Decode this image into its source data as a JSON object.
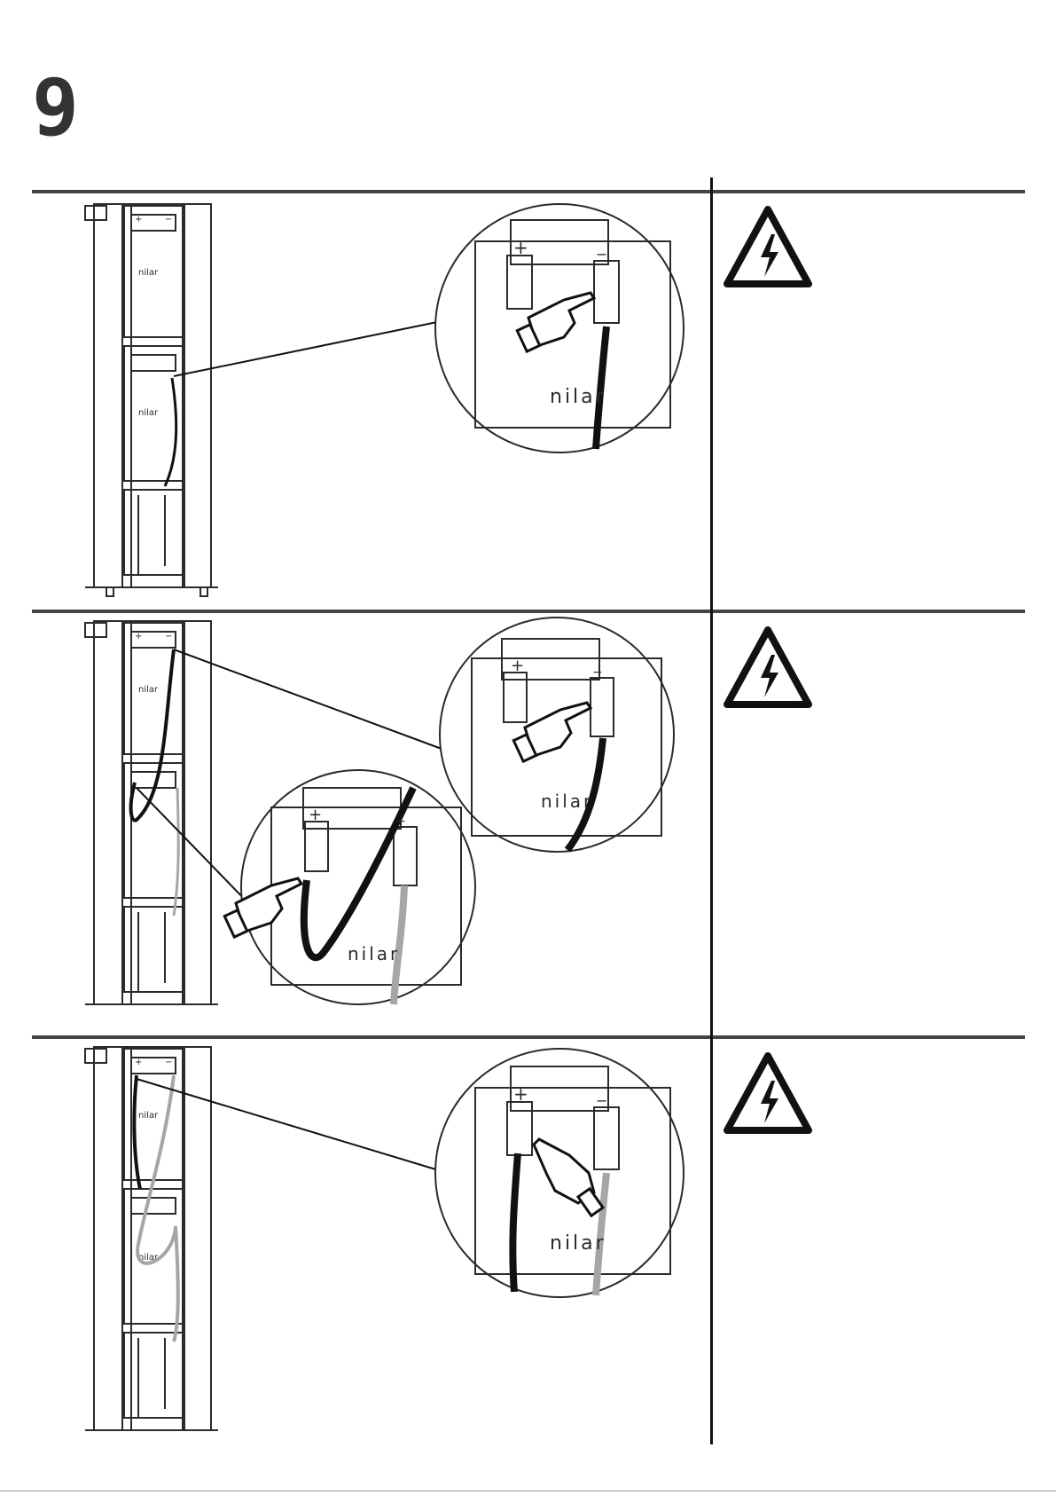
{
  "page": {
    "step_number": "9"
  },
  "illustration": {
    "plus_sign": "+",
    "minus_sign": "−",
    "brand_logo_text": "nilar"
  },
  "panels": [
    {
      "id": "panel-1",
      "warning_icon": "high-voltage-warning-icon",
      "pointing_hand_icon": "pointing-hand-icon"
    },
    {
      "id": "panel-2",
      "warning_icon": "high-voltage-warning-icon",
      "pointing_hand_icon": "pointing-hand-icon"
    },
    {
      "id": "panel-3",
      "warning_icon": "high-voltage-warning-icon",
      "pointing_hand_icon": "pointing-hand-icon"
    }
  ],
  "colors": {
    "line": "#2b2b2b",
    "cable_black": "#111111",
    "cable_grey": "#a6a6a6",
    "rule": "#444444"
  }
}
